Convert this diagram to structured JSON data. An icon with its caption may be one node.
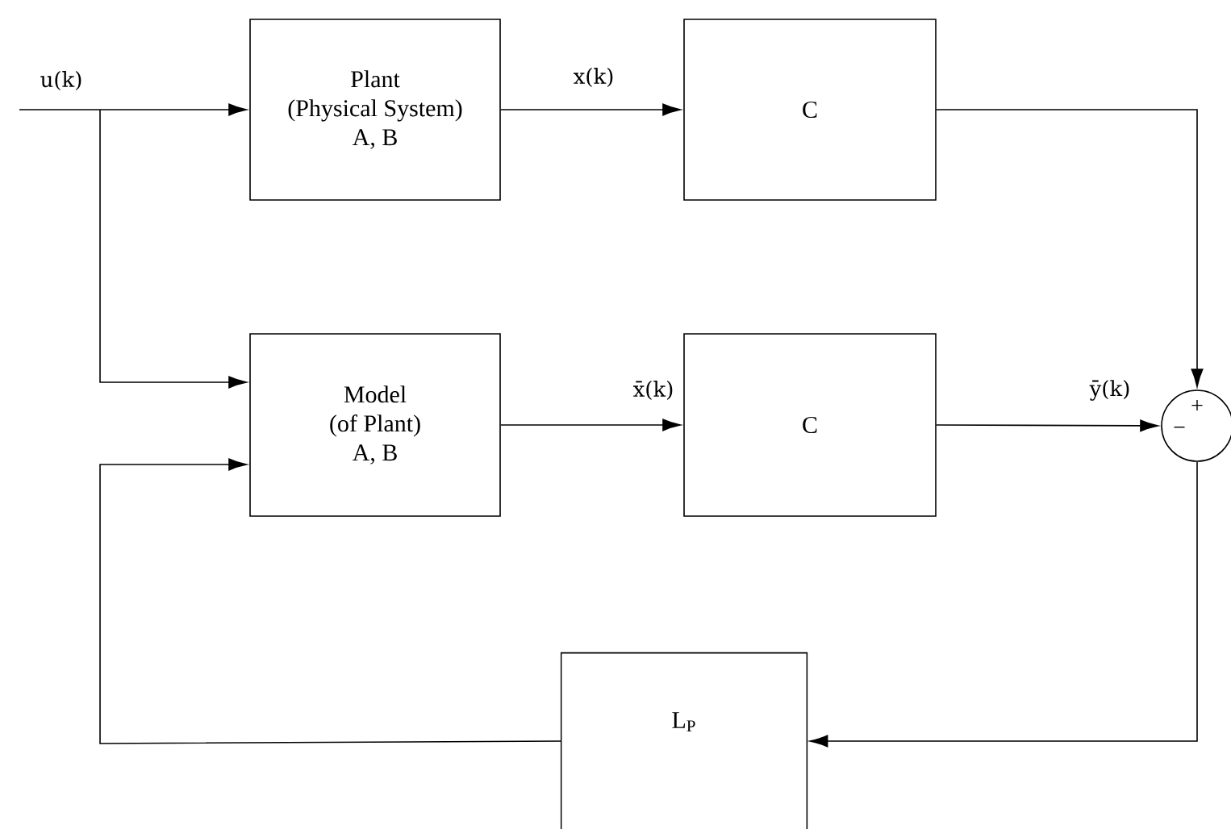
{
  "diagram": {
    "nodes": [
      {
        "text": [
          "Plant",
          "(Physical System)",
          "A, B"
        ]
      },
      {
        "text": [
          "C"
        ]
      },
      {
        "text": [
          "Model",
          "(of Plant)",
          "A, B"
        ]
      },
      {
        "text": [
          "C"
        ]
      },
      {
        "text": [],
        "shape": "circle"
      },
      {
        "text": [
          "L$_{P}$"
        ]
      }
    ],
    "edges": [
      {
        "from": null,
        "to": 0,
        "arrow": "to",
        "label": "u(k)"
      },
      {
        "from": null,
        "to": 2,
        "arrow": "to"
      },
      {
        "from": 0,
        "to": 1,
        "arrow": "to",
        "label": "x(k)"
      },
      {
        "from": 1,
        "to": 4,
        "arrow": "to"
      },
      {
        "from": 2,
        "to": 3,
        "arrow": "to",
        "label": "x̄(k)"
      },
      {
        "from": 3,
        "to": 4,
        "arrow": "to",
        "label": "ȳ(k)"
      },
      {
        "from": 4,
        "to": 5,
        "arrow": "to"
      },
      {
        "from": 5,
        "to": 2,
        "arrow": "to"
      }
    ],
    "labels": [
      "+",
      "−"
    ]
  }
}
